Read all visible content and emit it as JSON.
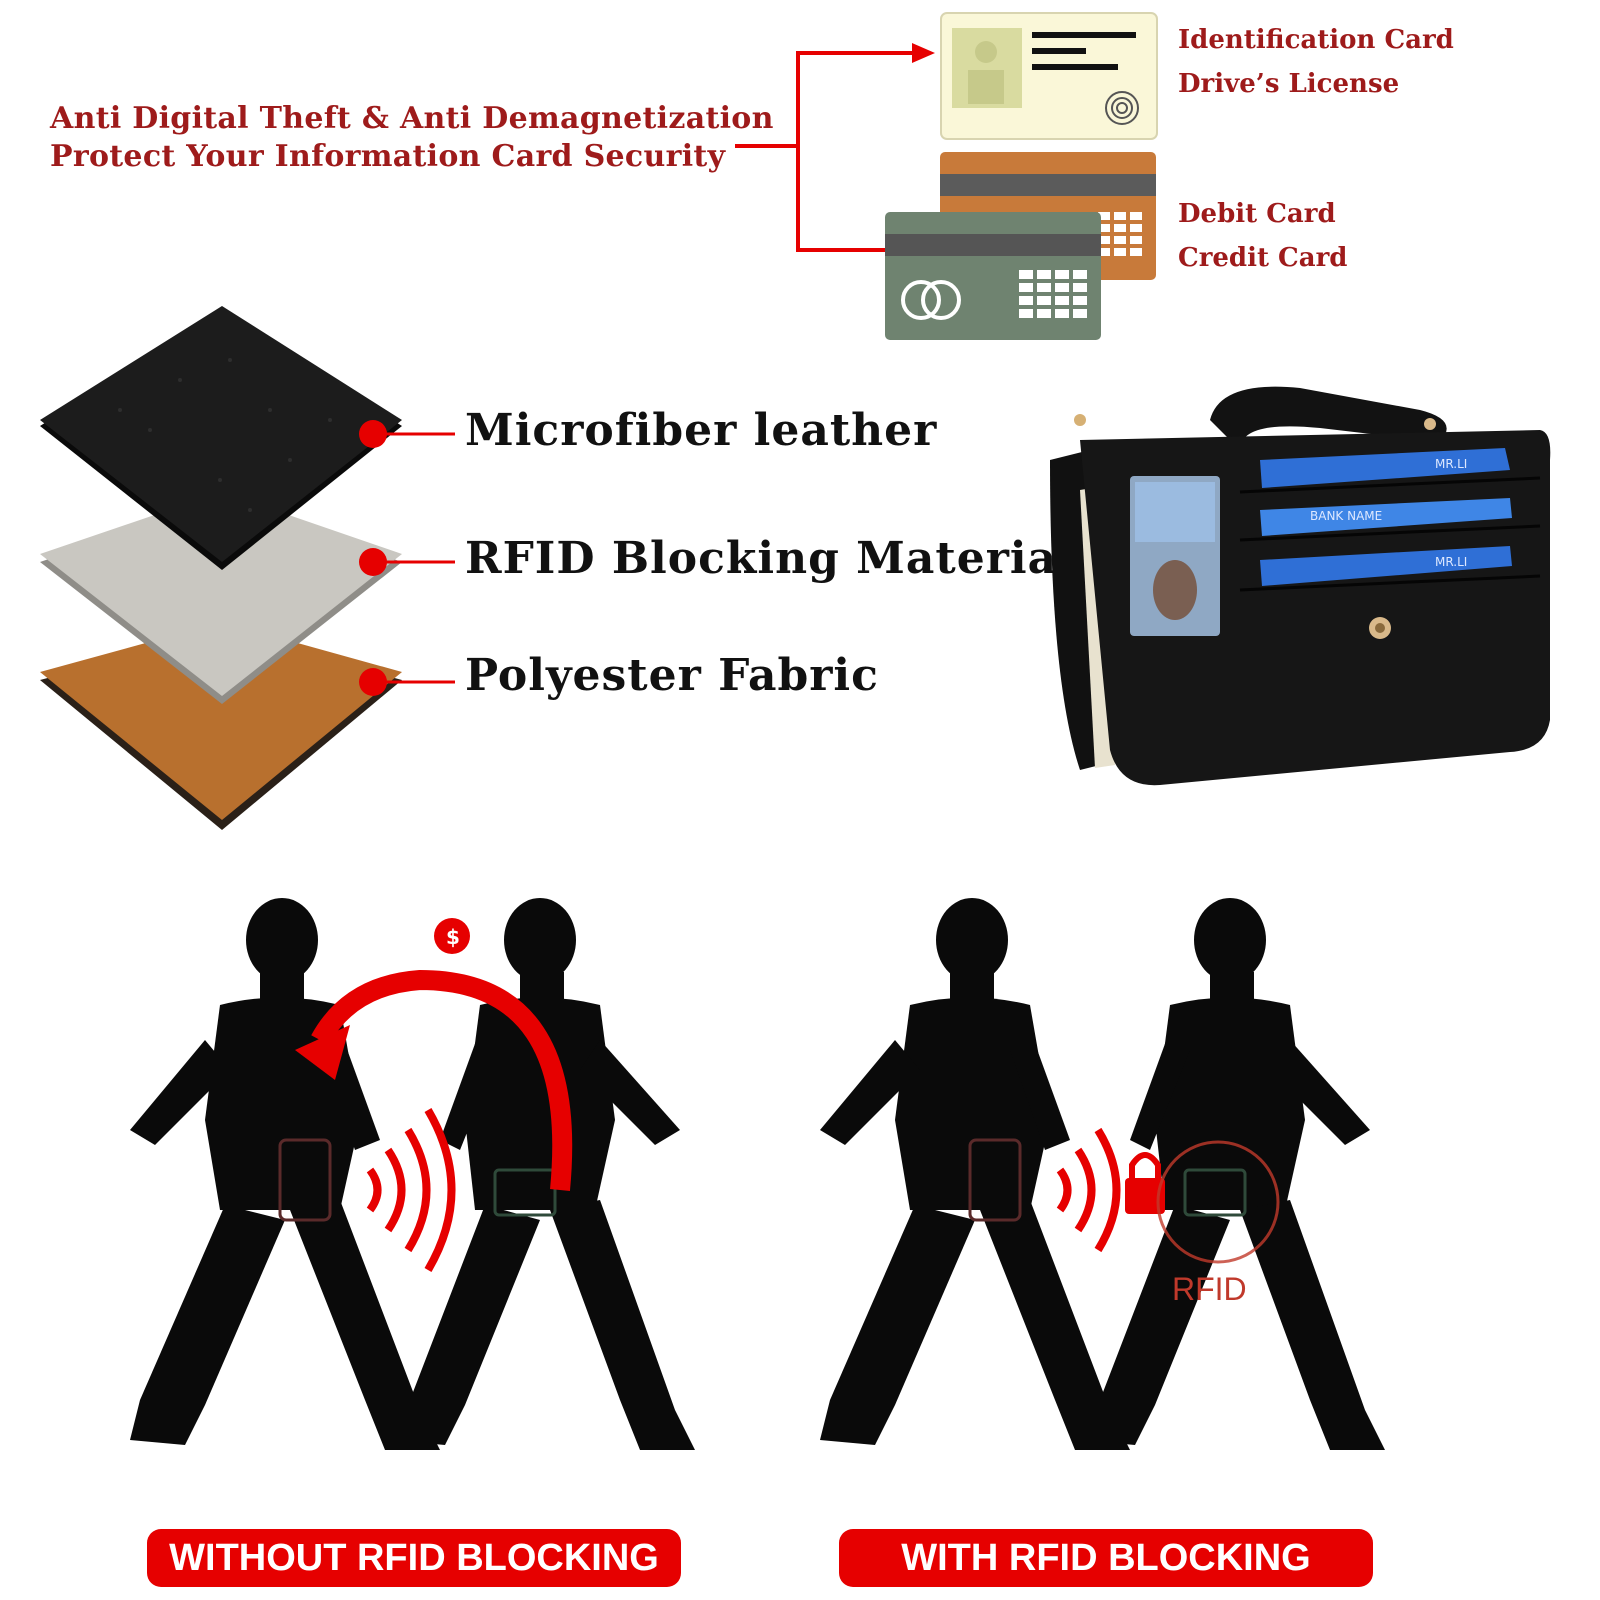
{
  "headline": {
    "line1": "Anti Digital Theft & Anti Demagnetization",
    "line2": "Protect Your Information Card Security"
  },
  "card_labels": {
    "id_line1": "Identification Card",
    "id_line2": "Drive’s License",
    "bank_line1": "Debit Card",
    "bank_line2": "Credit Card"
  },
  "layers": [
    {
      "label": "Microfiber leather",
      "color": "#1c1c1c"
    },
    {
      "label": "RFID Blocking Material",
      "color": "#c9c7c1"
    },
    {
      "label": "Polyester Fabric",
      "color": "#b8702e"
    }
  ],
  "wallet": {
    "card_text_1": "MR.LI",
    "card_text_2": "BANK NAME",
    "card_text_3": "MR.LI"
  },
  "comparison": {
    "without_label": "WITHOUT RFID BLOCKING",
    "with_label": "WITH RFID BLOCKING",
    "shield_text": "RFID"
  },
  "colors": {
    "accent_red": "#e60000",
    "heading_red": "#9e1b1b"
  }
}
